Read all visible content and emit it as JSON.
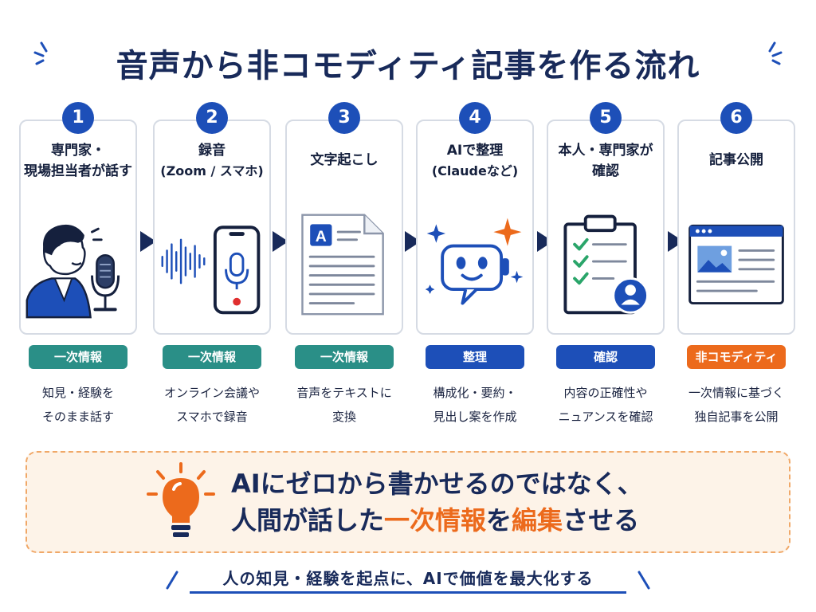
{
  "title": "音声から非コモディティ記事を作る流れ",
  "colors": {
    "navy": "#182a5a",
    "blue": "#1d4fb8",
    "teal": "#2a8f87",
    "orange": "#ec6a1c",
    "callout_bg": "#fdf3e8"
  },
  "steps": [
    {
      "number": "1",
      "title": "専門家・",
      "title2": "現場担当者が話す",
      "sub": "",
      "icon": "speaker-with-microphone-icon",
      "tag": "一次情報",
      "tag_color": "teal",
      "desc1": "知見・経験を",
      "desc2": "そのまま話す"
    },
    {
      "number": "2",
      "title": "録音",
      "title2": "",
      "sub": "(Zoom / スマホ)",
      "icon": "smartphone-recording-icon",
      "tag": "一次情報",
      "tag_color": "teal",
      "desc1": "オンライン会議や",
      "desc2": "スマホで録音"
    },
    {
      "number": "3",
      "title": "文字起こし",
      "title2": "",
      "sub": "",
      "icon": "document-icon",
      "tag": "一次情報",
      "tag_color": "teal",
      "desc1": "音声をテキストに",
      "desc2": "変換"
    },
    {
      "number": "4",
      "title": "AIで整理",
      "title2": "",
      "sub": "(Claudeなど)",
      "icon": "ai-chat-bot-icon",
      "tag": "整理",
      "tag_color": "blue",
      "desc1": "構成化・要約・",
      "desc2": "見出し案を作成"
    },
    {
      "number": "5",
      "title": "本人・専門家が",
      "title2": "確認",
      "sub": "",
      "icon": "clipboard-checklist-icon",
      "tag": "確認",
      "tag_color": "blue",
      "desc1": "内容の正確性や",
      "desc2": "ニュアンスを確認"
    },
    {
      "number": "6",
      "title": "記事公開",
      "title2": "",
      "sub": "",
      "icon": "article-webpage-icon",
      "tag": "非コモディティ",
      "tag_color": "orange",
      "desc1": "一次情報に基づく",
      "desc2": "独自記事を公開"
    }
  ],
  "callout": {
    "line1": "AIにゼロから書かせるのではなく、",
    "line2_pre": "人間が話した",
    "line2_hl1": "一次情報",
    "line2_mid": "を",
    "line2_hl2": "編集",
    "line2_post": "させる"
  },
  "footer": "人の知見・経験を起点に、AIで価値を最大化する"
}
